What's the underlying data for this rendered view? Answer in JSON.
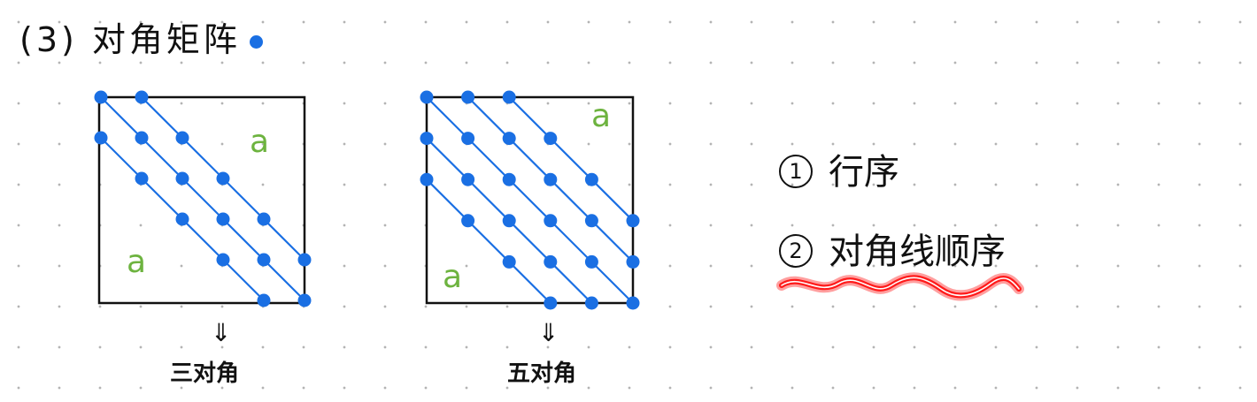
{
  "title": "(3) 对角矩阵",
  "matrices": [
    {
      "id": "tri",
      "caption": "三对角",
      "arrow": "⇓",
      "label_upper": "a",
      "label_lower": "a",
      "diagonal_count": 3
    },
    {
      "id": "penta",
      "caption": "五对角",
      "arrow": "⇓",
      "label_upper": "a",
      "label_lower": "a",
      "diagonal_count": 5
    }
  ],
  "list": [
    {
      "num": "1",
      "text": "行序"
    },
    {
      "num": "2",
      "text": "对角线顺序"
    }
  ],
  "colors": {
    "diagonal": "#1a6fe3",
    "label": "#6db33f",
    "highlight": "#ff1a1a",
    "ink": "#111111"
  }
}
